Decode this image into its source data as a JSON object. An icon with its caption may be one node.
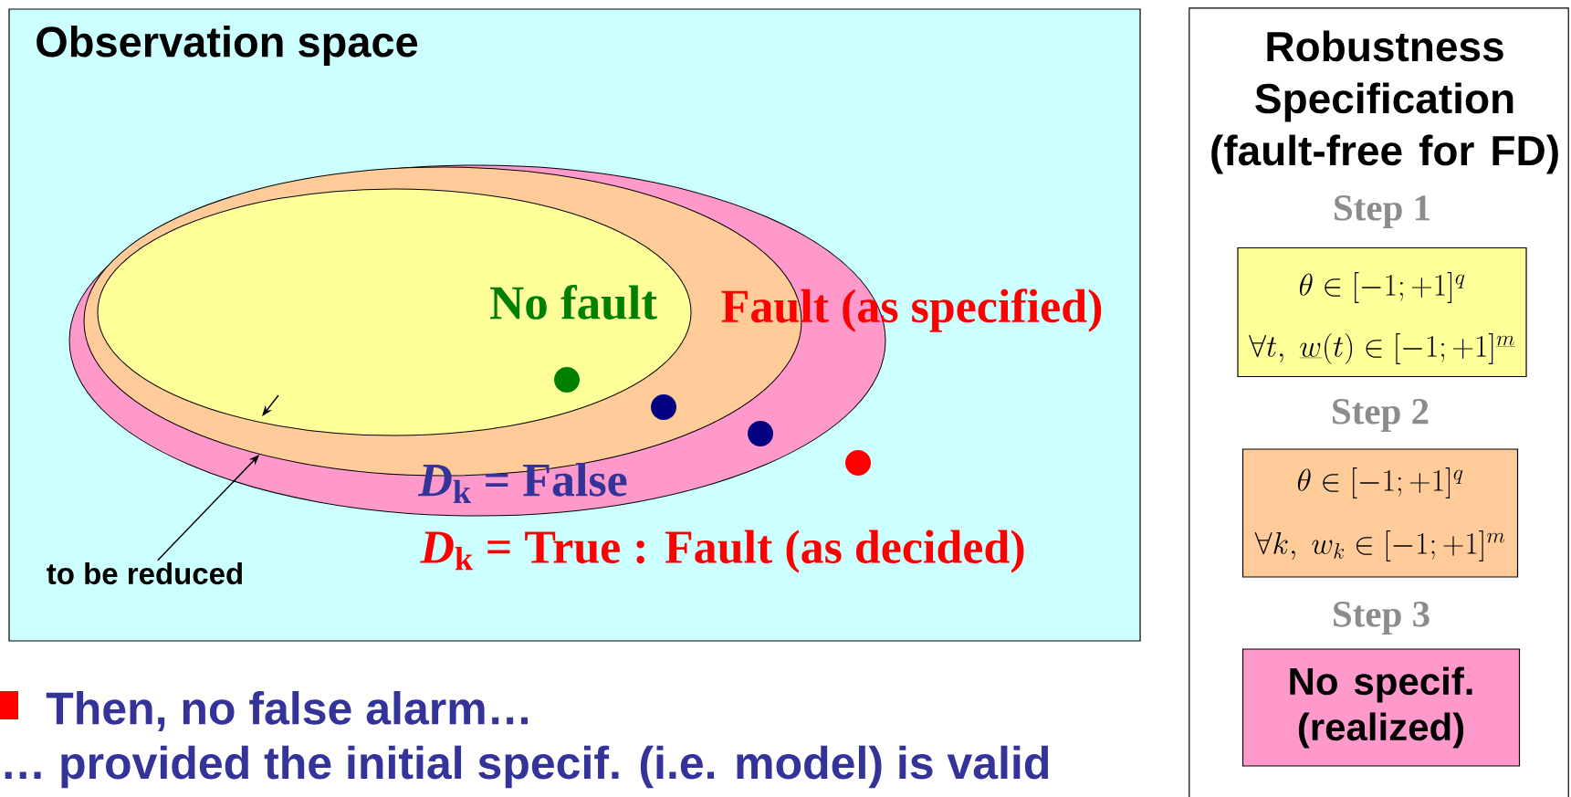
{
  "diagram": {
    "nodes": [
      {
        "text": [
          "Observation space"
        ]
      },
      {
        "text": [],
        "shape": "ellipse",
        "in": 0
      },
      {
        "text": [],
        "shape": "ellipse",
        "in": 1
      },
      {
        "text": [
          "No fault"
        ],
        "in": 2
      },
      {
        "text": [
          "to be reduced"
        ],
        "in": 0
      },
      {
        "text": [
          "Robustness Specification (fault-free for FD)"
        ]
      },
      {
        "text": [
          "\\theta \\in [-1;+1]^{q}",
          "\\forall t,\\ \\underline{w}(t) \\in [-1;+1]^{\\underline{m}}"
        ],
        "beside": [
          "Step 1"
        ],
        "in": 5
      },
      {
        "text": [
          "\\theta \\in [-1;+1]^{q}",
          "\\forall k,\\ w_{k} \\in [-1;+1]^{m}"
        ],
        "beside": [
          "Step 2"
        ],
        "in": 5
      },
      {
        "text": [
          "No specif. (realized)"
        ],
        "beside": [
          "Step 3"
        ],
        "in": 5
      }
    ],
    "edges": [
      {
        "from": 4,
        "to": 2,
        "arrow": "to"
      }
    ],
    "labels": [
      "Fault (as specified)",
      "*D*$_{k}$ = False",
      "*D*$_{k}$ = True : Fault (as decided)",
      "Then, no false alarm…",
      "… provided the initial specif. (i.e. model) is valid"
    ]
  }
}
